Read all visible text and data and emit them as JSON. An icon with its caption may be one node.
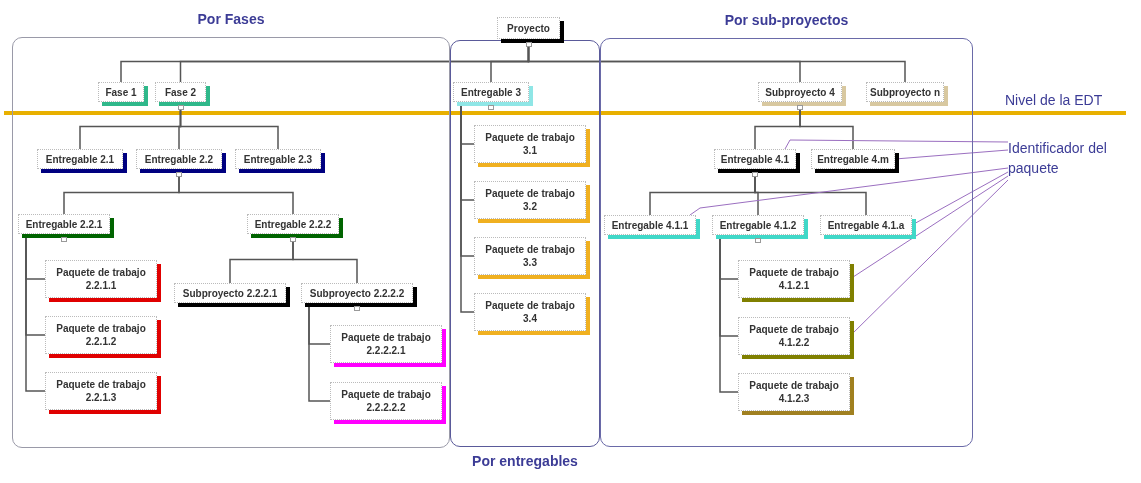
{
  "diagram": {
    "nodes": [
      {
        "text": [
          "Por Fases"
        ]
      },
      {
        "text": [
          "Por entregables"
        ]
      },
      {
        "text": [
          "Por sub-proyectos"
        ]
      },
      {
        "text": [
          "Proyecto"
        ]
      },
      {
        "text": [
          "Fase 1"
        ],
        "in": 0
      },
      {
        "text": [
          "Fase 2"
        ],
        "in": 0
      },
      {
        "text": [
          "Entregable 3"
        ],
        "in": 1
      },
      {
        "text": [
          "Subproyecto 4"
        ],
        "in": 2
      },
      {
        "text": [
          "Subproyecto n"
        ],
        "in": 2
      },
      {
        "text": [
          "Entregable 2.1"
        ],
        "in": 0
      },
      {
        "text": [
          "Entregable 2.2"
        ],
        "in": 0
      },
      {
        "text": [
          "Entregable 2.3"
        ],
        "in": 0
      },
      {
        "text": [
          "Entregable 2.2.1"
        ],
        "in": 0
      },
      {
        "text": [
          "Entregable 2.2.2"
        ],
        "in": 0
      },
      {
        "text": [
          "Paquete de trabajo 2.2.1.1"
        ],
        "in": 0
      },
      {
        "text": [
          "Paquete de trabajo 2.2.1.2"
        ],
        "in": 0
      },
      {
        "text": [
          "Paquete de trabajo 2.2.1.3"
        ],
        "in": 0
      },
      {
        "text": [
          "Subproyecto 2.2.2.1"
        ],
        "in": 0
      },
      {
        "text": [
          "Subproyecto 2.2.2.2"
        ],
        "in": 0
      },
      {
        "text": [
          "Paquete de trabajo 2.2.2.2.1"
        ],
        "in": 0
      },
      {
        "text": [
          "Paquete de trabajo 2.2.2.2.2"
        ],
        "in": 0
      },
      {
        "text": [
          "Paquete de trabajo 3.1"
        ],
        "in": 1
      },
      {
        "text": [
          "Paquete de trabajo 3.2"
        ],
        "in": 1
      },
      {
        "text": [
          "Paquete de trabajo 3.3"
        ],
        "in": 1
      },
      {
        "text": [
          "Paquete de trabajo 3.4"
        ],
        "in": 1
      },
      {
        "text": [
          "Entregable 4.1"
        ],
        "in": 2
      },
      {
        "text": [
          "Entregable 4.m"
        ],
        "in": 2
      },
      {
        "text": [
          "Entregable 4.1.1"
        ],
        "in": 2
      },
      {
        "text": [
          "Entregable 4.1.2"
        ],
        "in": 2
      },
      {
        "text": [
          "Entregable 4.1.a"
        ],
        "in": 2
      },
      {
        "text": [
          "Paquete de trabajo 4.1.2.1"
        ],
        "in": 2
      },
      {
        "text": [
          "Paquete de trabajo 4.1.2.2"
        ],
        "in": 2
      },
      {
        "text": [
          "Paquete de trabajo 4.1.2.3"
        ],
        "in": 2
      },
      {
        "text": [
          "Identificador del paquete"
        ]
      }
    ],
    "edges": [
      {
        "from": 3,
        "to": 4,
        "arrow": "none"
      },
      {
        "from": 3,
        "to": 5,
        "arrow": "none"
      },
      {
        "from": 3,
        "to": 6,
        "arrow": "none"
      },
      {
        "from": 3,
        "to": 7,
        "arrow": "none"
      },
      {
        "from": 3,
        "to": 8,
        "arrow": "none"
      },
      {
        "from": 5,
        "to": 9,
        "arrow": "none"
      },
      {
        "from": 5,
        "to": 10,
        "arrow": "none"
      },
      {
        "from": 5,
        "to": 11,
        "arrow": "none"
      },
      {
        "from": 10,
        "to": 12,
        "arrow": "none"
      },
      {
        "from": 10,
        "to": 13,
        "arrow": "none"
      },
      {
        "from": 12,
        "to": 14,
        "arrow": "none"
      },
      {
        "from": 12,
        "to": 15,
        "arrow": "none"
      },
      {
        "from": 12,
        "to": 16,
        "arrow": "none"
      },
      {
        "from": 13,
        "to": 17,
        "arrow": "none"
      },
      {
        "from": 13,
        "to": 18,
        "arrow": "none"
      },
      {
        "from": 18,
        "to": 19,
        "arrow": "none"
      },
      {
        "from": 18,
        "to": 20,
        "arrow": "none"
      },
      {
        "from": 6,
        "to": 21,
        "arrow": "none"
      },
      {
        "from": 6,
        "to": 22,
        "arrow": "none"
      },
      {
        "from": 6,
        "to": 23,
        "arrow": "none"
      },
      {
        "from": 6,
        "to": 24,
        "arrow": "none"
      },
      {
        "from": 7,
        "to": 25,
        "arrow": "none"
      },
      {
        "from": 7,
        "to": 26,
        "arrow": "none"
      },
      {
        "from": 25,
        "to": 27,
        "arrow": "none"
      },
      {
        "from": 25,
        "to": 28,
        "arrow": "none"
      },
      {
        "from": 25,
        "to": 29,
        "arrow": "none"
      },
      {
        "from": 28,
        "to": 30,
        "arrow": "none"
      },
      {
        "from": 28,
        "to": 31,
        "arrow": "none"
      },
      {
        "from": 28,
        "to": 32,
        "arrow": "none"
      },
      {
        "from": 33,
        "to": 25,
        "arrow": "none",
        "color": "#9b6fc0"
      },
      {
        "from": 33,
        "to": 26,
        "arrow": "none",
        "color": "#9b6fc0"
      },
      {
        "from": 33,
        "to": 27,
        "arrow": "none",
        "color": "#9b6fc0"
      },
      {
        "from": 33,
        "to": 29,
        "arrow": "none",
        "color": "#9b6fc0"
      },
      {
        "from": 33,
        "to": 30,
        "arrow": "none",
        "color": "#9b6fc0"
      },
      {
        "from": 33,
        "to": 31,
        "arrow": "none",
        "color": "#9b6fc0"
      }
    ],
    "labels": [
      "Nivel de la EDT"
    ]
  }
}
